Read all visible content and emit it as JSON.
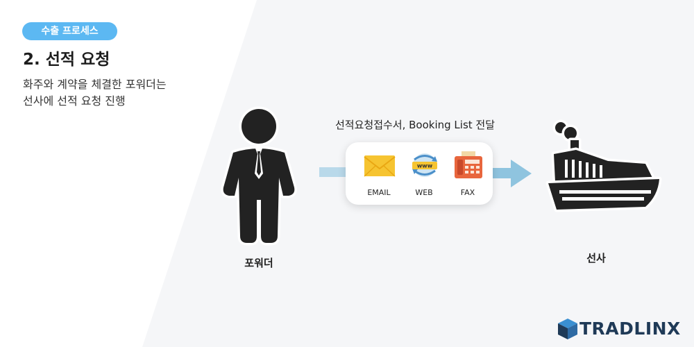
{
  "header": {
    "badge": "수출 프로세스",
    "title": "2. 선적 요청",
    "description_lines": [
      "화주와 계약을 체결한 포워더는",
      "선사에 선적 요청 진행"
    ]
  },
  "diagram": {
    "sender_label": "포워더",
    "receiver_label": "선사",
    "caption": "선적요청접수서, Booking List 전달",
    "channels": [
      {
        "label": "EMAIL",
        "icon": "envelope-icon"
      },
      {
        "label": "WEB",
        "icon": "globe-www-icon"
      },
      {
        "label": "FAX",
        "icon": "fax-icon"
      }
    ]
  },
  "brand": {
    "name": "TRADLINX",
    "logo_icon": "tradlinx-cube-icon",
    "colors": {
      "accent": "#5cb8f2",
      "arrow": "#8fc4df",
      "navy": "#1f3a57",
      "figure": "#222222"
    }
  }
}
